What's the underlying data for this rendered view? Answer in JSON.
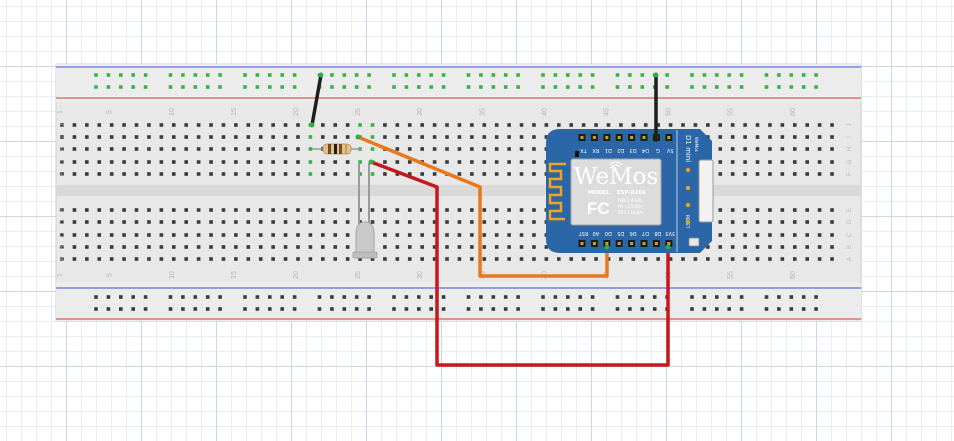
{
  "breadboard": {
    "column_numbers": [
      "1",
      "5",
      "10",
      "15",
      "20",
      "25",
      "30",
      "35",
      "40",
      "45",
      "50",
      "55",
      "60"
    ],
    "row_letters_top": [
      "J",
      "I",
      "H",
      "G",
      "F"
    ],
    "row_letters_bottom": [
      "E",
      "D",
      "C",
      "B",
      "A"
    ],
    "rail_colors": {
      "positive": "#d93636",
      "negative": "#3b4fd8"
    }
  },
  "module": {
    "logo": "WeMos",
    "model_label": "MODEL",
    "model_value": "ESP-8266",
    "spec_lines": [
      "ISM 2.4GHz",
      "PA +25dBm",
      "802.11b/g/n"
    ],
    "fc_mark": "FC",
    "board_name": "D1 mini",
    "board_brand": "WeMos",
    "reset_label": "RESET",
    "top_pins": [
      "TX",
      "RX",
      "D1",
      "D2",
      "D3",
      "D4",
      "G",
      "5V"
    ],
    "bottom_pins": [
      "RST",
      "A0",
      "D0",
      "D5",
      "D6",
      "D7",
      "D8",
      "3V3"
    ],
    "board_color": "#2a66a8",
    "shield_color": "#dcdcdc"
  },
  "wires": {
    "colors": {
      "red": "#c8161b",
      "orange": "#e9781c",
      "black": "#1d1d1d"
    }
  }
}
